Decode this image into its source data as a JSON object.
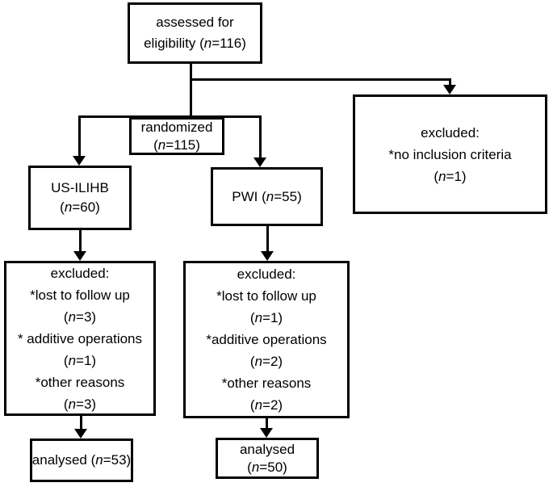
{
  "figure": {
    "type": "flowchart",
    "description_colors": {
      "line": "#000000",
      "box_background": "#ffffff",
      "text": "#000000",
      "page_background": "#ffffff"
    },
    "boxes": {
      "assessed": {
        "lines": [
          [
            {
              "t": "assessed for"
            }
          ],
          [
            {
              "t": "eligibility ("
            },
            {
              "t": "n",
              "it": true
            },
            {
              "t": "=116)"
            }
          ]
        ]
      },
      "randomized": {
        "lines": [
          [
            {
              "t": "randomized"
            }
          ],
          [
            {
              "t": "("
            },
            {
              "t": "n",
              "it": true
            },
            {
              "t": "=115)"
            }
          ]
        ]
      },
      "excluded_no_inclusion": {
        "lines": [
          [
            {
              "t": "excluded:"
            }
          ],
          [
            {
              "t": "*no inclusion criteria"
            }
          ],
          [
            {
              "t": "("
            },
            {
              "t": "n",
              "it": true
            },
            {
              "t": "=1)"
            }
          ]
        ]
      },
      "us_ilihb": {
        "lines": [
          [
            {
              "t": "US-ILIHB"
            }
          ],
          [
            {
              "t": "("
            },
            {
              "t": "n",
              "it": true
            },
            {
              "t": "=60)"
            }
          ]
        ]
      },
      "pwi": {
        "lines": [
          [
            {
              "t": "PWI ("
            },
            {
              "t": "n",
              "it": true
            },
            {
              "t": "=55)"
            }
          ]
        ]
      },
      "excluded_us_ilihb": {
        "lines": [
          [
            {
              "t": "excluded:"
            }
          ],
          [
            {
              "t": "*lost to follow up"
            }
          ],
          [
            {
              "t": "("
            },
            {
              "t": "n",
              "it": true
            },
            {
              "t": "=3)"
            }
          ],
          [
            {
              "t": "* additive operations"
            }
          ],
          [
            {
              "t": "("
            },
            {
              "t": "n",
              "it": true
            },
            {
              "t": "=1)"
            }
          ],
          [
            {
              "t": "*other reasons"
            }
          ],
          [
            {
              "t": "("
            },
            {
              "t": "n",
              "it": true
            },
            {
              "t": "=3)"
            }
          ]
        ]
      },
      "excluded_pwi": {
        "lines": [
          [
            {
              "t": "excluded:"
            }
          ],
          [
            {
              "t": "*lost to follow up"
            }
          ],
          [
            {
              "t": "("
            },
            {
              "t": "n",
              "it": true
            },
            {
              "t": "=1)"
            }
          ],
          [
            {
              "t": "*additive operations"
            }
          ],
          [
            {
              "t": "("
            },
            {
              "t": "n",
              "it": true
            },
            {
              "t": "=2)"
            }
          ],
          [
            {
              "t": "*other reasons"
            }
          ],
          [
            {
              "t": "("
            },
            {
              "t": "n",
              "it": true
            },
            {
              "t": "=2)"
            }
          ]
        ]
      },
      "analysed_us_ilihb": {
        "lines": [
          [
            {
              "t": "analysed ("
            },
            {
              "t": "n",
              "it": true
            },
            {
              "t": "=53)"
            }
          ]
        ]
      },
      "analysed_pwi": {
        "lines": [
          [
            {
              "t": "analysed"
            }
          ],
          [
            {
              "t": "("
            },
            {
              "t": "n",
              "it": true
            },
            {
              "t": "=50)"
            }
          ]
        ]
      }
    }
  }
}
